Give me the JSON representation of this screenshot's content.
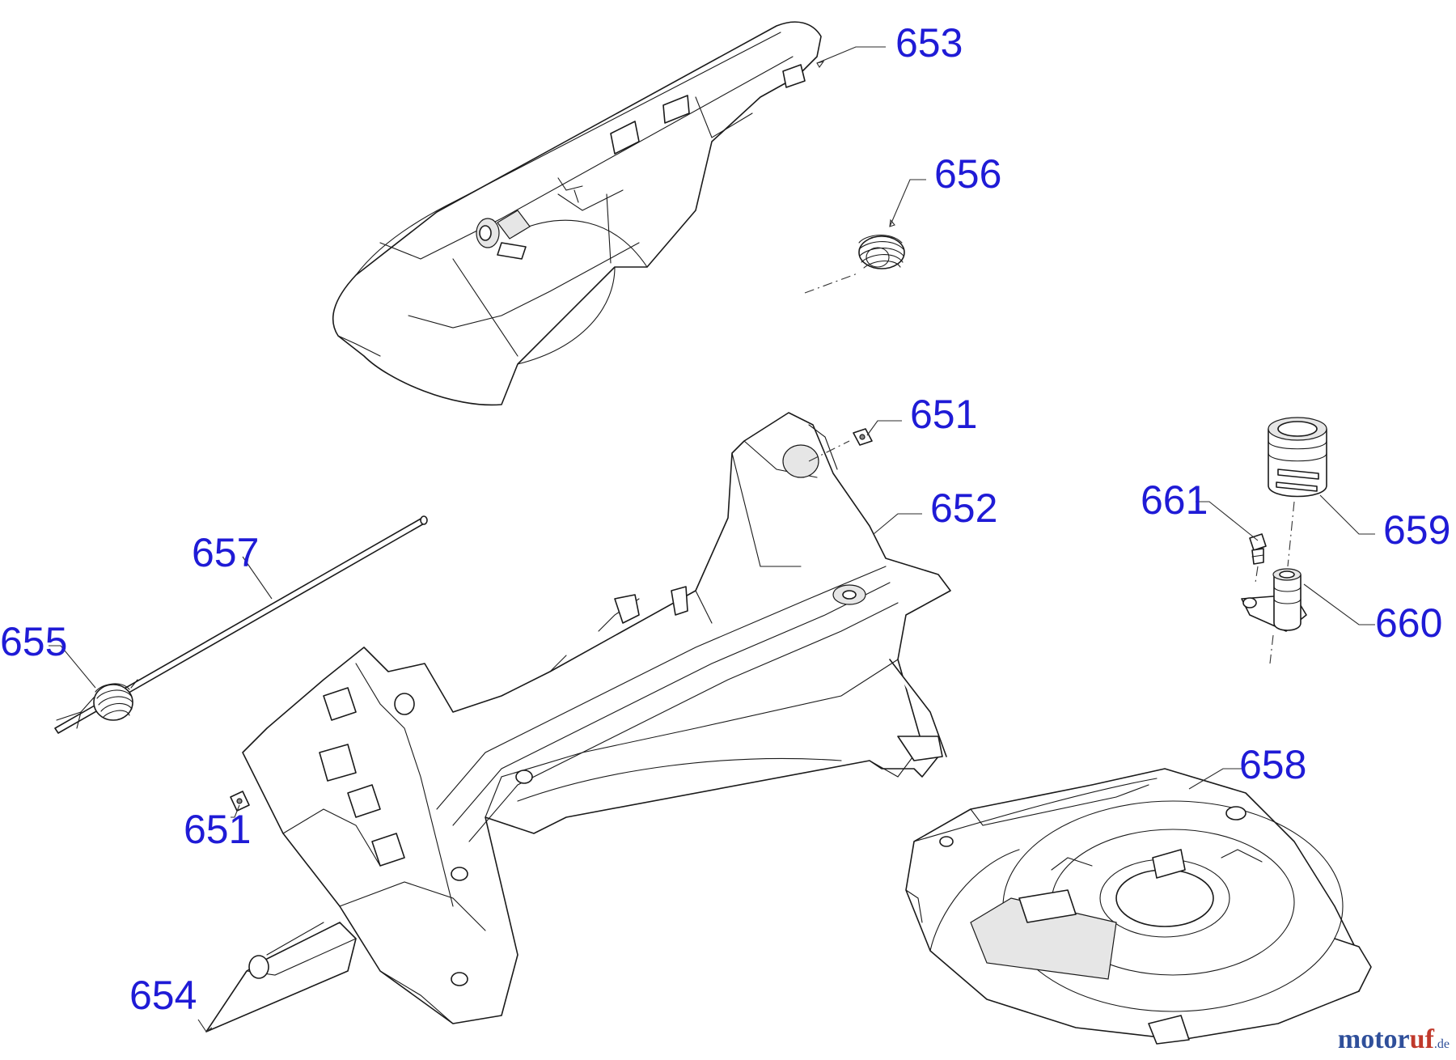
{
  "callouts": {
    "c653": "653",
    "c656": "656",
    "c651_top": "651",
    "c652": "652",
    "c661": "661",
    "c659": "659",
    "c657": "657",
    "c655": "655",
    "c660": "660",
    "c658": "658",
    "c651_bottom": "651",
    "c654": "654"
  },
  "logo": {
    "part1": "motor",
    "part2": "uf",
    "part3": ".de"
  },
  "colors": {
    "callout": "#1f1bd6",
    "line": "#1a1a1a",
    "logo_blue": "#2f4f9a",
    "logo_red": "#c0392b"
  }
}
